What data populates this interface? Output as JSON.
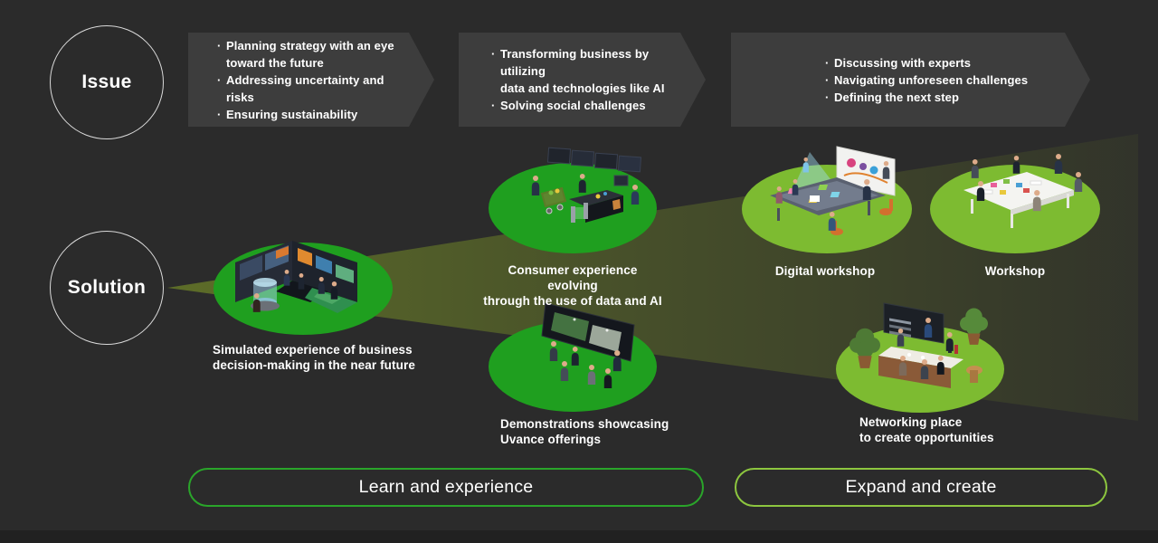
{
  "ui": {
    "bullet": "·"
  },
  "colors": {
    "background": "#2b2b2b",
    "arrow_box": "#3d3d3d",
    "ellipse_green": "#1f9f1f",
    "ellipse_yellow_green": "#7dbb31",
    "learn_button_border": "#2aa52a",
    "expand_button_border": "#8dc63f",
    "beam_olive": "#5b6a28"
  },
  "issue": {
    "label": "Issue",
    "boxes": [
      {
        "bullets": [
          "Planning strategy with an eye\ntoward the future",
          "Addressing uncertainty and risks",
          "Ensuring sustainability"
        ]
      },
      {
        "bullets": [
          "Transforming business by utilizing\ndata and technologies like AI",
          "Solving social challenges"
        ]
      },
      {
        "bullets": [
          "Discussing with experts",
          "Navigating unforeseen challenges",
          "Defining the next step"
        ]
      }
    ]
  },
  "solution": {
    "label": "Solution",
    "items": [
      {
        "caption": "Simulated experience of business\ndecision-making in the near future"
      },
      {
        "caption": "Consumer experience evolving\nthrough the use of data and AI"
      },
      {
        "caption": "Demonstrations showcasing\nUvance offerings"
      },
      {
        "caption": "Digital workshop"
      },
      {
        "caption": "Workshop"
      },
      {
        "caption": "Networking place\nto create opportunities"
      }
    ]
  },
  "actions": {
    "learn": "Learn and experience",
    "expand": "Expand and create"
  }
}
